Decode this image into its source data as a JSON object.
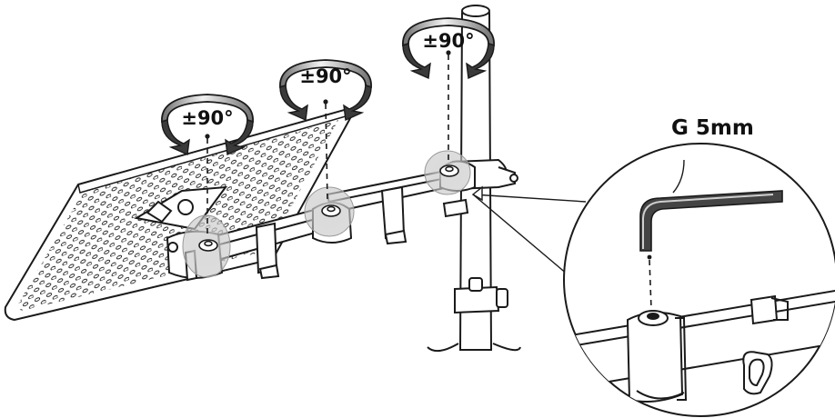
{
  "figure": {
    "rotation_labels": [
      "±90°",
      "±90°",
      "±90°"
    ],
    "tool_label": "G 5mm"
  },
  "colors": {
    "line": "#1a1a1a",
    "arrow_gradient_light": "#f2f2f2",
    "arrow_gradient_dark": "#6e6e6e",
    "highlight": "#cfcfcf",
    "background": "#ffffff"
  },
  "icons": [
    "rotation-arrow-icon",
    "hex-key-icon"
  ]
}
